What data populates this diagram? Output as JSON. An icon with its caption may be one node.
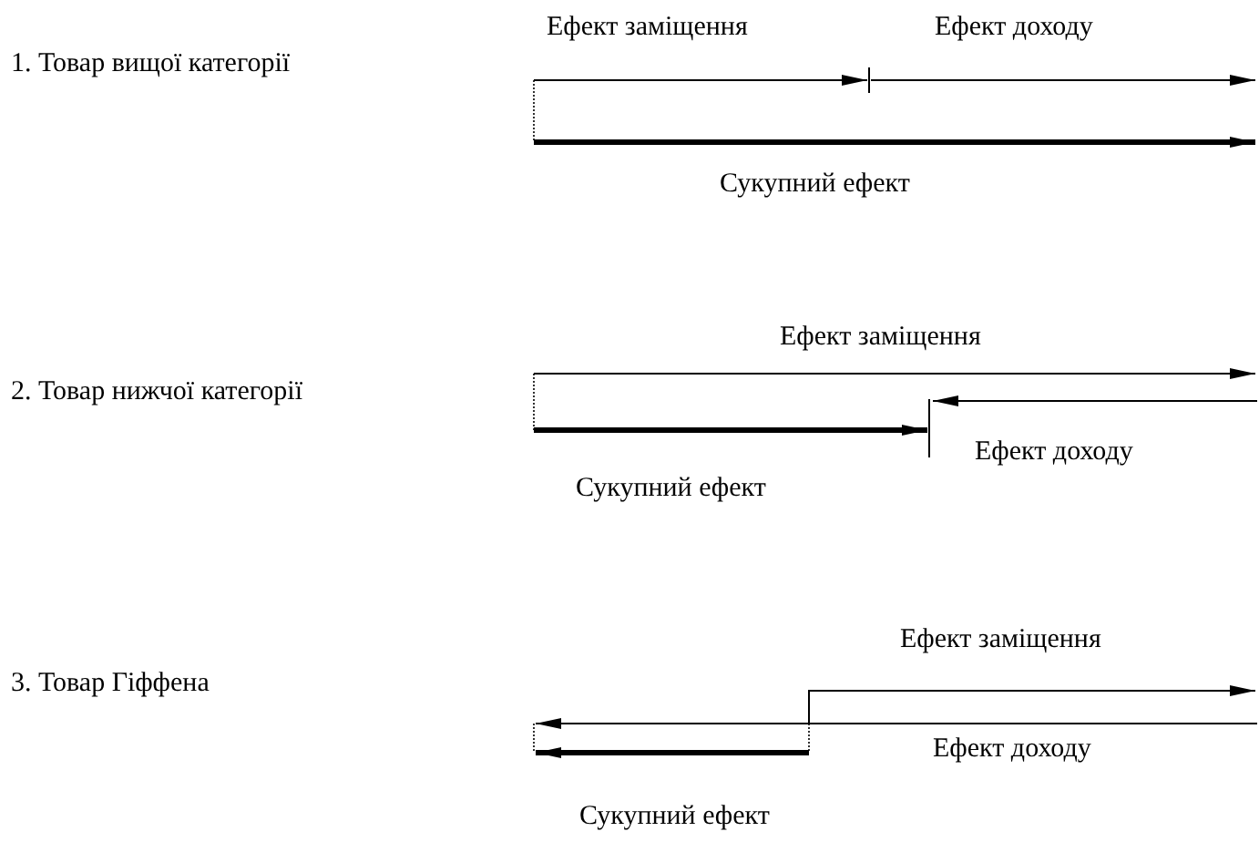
{
  "diagram": {
    "labels": [
      "Ефект заміщення",
      "Ефект доходу",
      "1. Товар вищої категорії",
      "Сукупний ефект",
      "Ефект заміщення",
      "2. Товар нижчої категорії",
      "Ефект доходу",
      "Сукупний ефект",
      "Ефект заміщення",
      "3. Товар Гіффена",
      "Ефект доходу",
      "Сукупний ефект"
    ]
  }
}
